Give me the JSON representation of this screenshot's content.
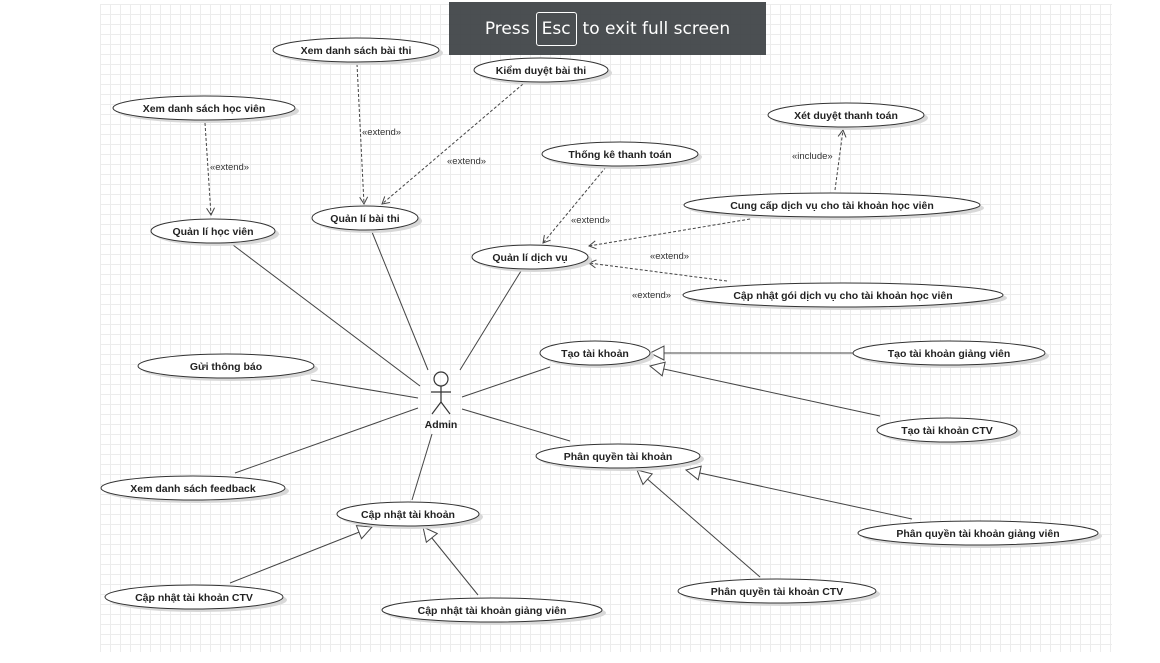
{
  "banner": {
    "press": "Press",
    "key": "Esc",
    "rest": "to exit full screen"
  },
  "actor": {
    "name": "Admin"
  },
  "use_cases": {
    "xem_ds_bai_thi": "Xem danh sách bài thi",
    "kiem_duyet_bai_thi": "Kiểm duyệt bài thi",
    "xem_ds_hoc_vien": "Xem danh sách học viên",
    "quan_li_hoc_vien": "Quản lí học viên",
    "quan_li_bai_thi": "Quản lí bài thi",
    "thong_ke_thanh_toan": "Thống kê thanh toán",
    "xet_duyet_thanh_toan": "Xét duyệt thanh toán",
    "cung_cap_dich_vu": "Cung cấp dịch vụ cho tài khoản học viên",
    "quan_li_dich_vu": "Quản lí dịch vụ",
    "cap_nhat_goi_dich_vu": "Cập nhật gói dịch vụ cho tài khoản học viên",
    "gui_thong_bao": "Gửi thông báo",
    "tao_tai_khoan": "Tạo tài khoản",
    "tao_tk_giang_vien": "Tạo tài khoản giảng viên",
    "tao_tk_ctv": "Tạo tài khoản CTV",
    "phan_quyen_tai_khoan": "Phân quyền tài khoản",
    "xem_ds_feedback": "Xem danh sách feedback",
    "cap_nhat_tai_khoan": "Cập nhật tài khoản",
    "phan_quyen_tk_giang_vien": "Phân quyền tài khoản giảng viên",
    "cap_nhat_tk_ctv": "Cập nhật tài khoản CTV",
    "phan_quyen_tk_ctv": "Phân quyền tài khoản CTV",
    "cap_nhat_tk_giang_vien": "Cập nhật tài khoản giảng viên"
  },
  "stereotypes": {
    "extend": "«extend»",
    "include": "«include»"
  }
}
